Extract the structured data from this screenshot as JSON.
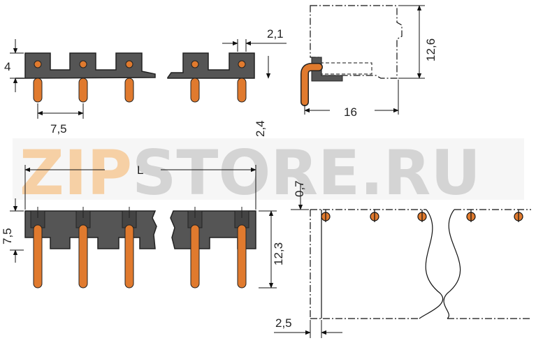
{
  "watermark": {
    "brand": "ZIP",
    "rest": "STORE.RU",
    "brand_color": "#f6c48a",
    "rest_color": "#c9c9c9"
  },
  "colors": {
    "housing": "#555555",
    "housing_dark": "#333333",
    "pin": "#e07a2e",
    "pin_outline": "#7a3a0a",
    "line": "#111111"
  },
  "dimensions": {
    "top_height": "4",
    "pitch_top": "7,5",
    "pin_width": "2,1",
    "side_height": "12,6",
    "side_depth": "16",
    "offset_a": "2,4",
    "length": "L",
    "offset_b": "0,7",
    "front_height": "7,5",
    "pin_length": "12,3",
    "edge_offset": "2,5"
  }
}
